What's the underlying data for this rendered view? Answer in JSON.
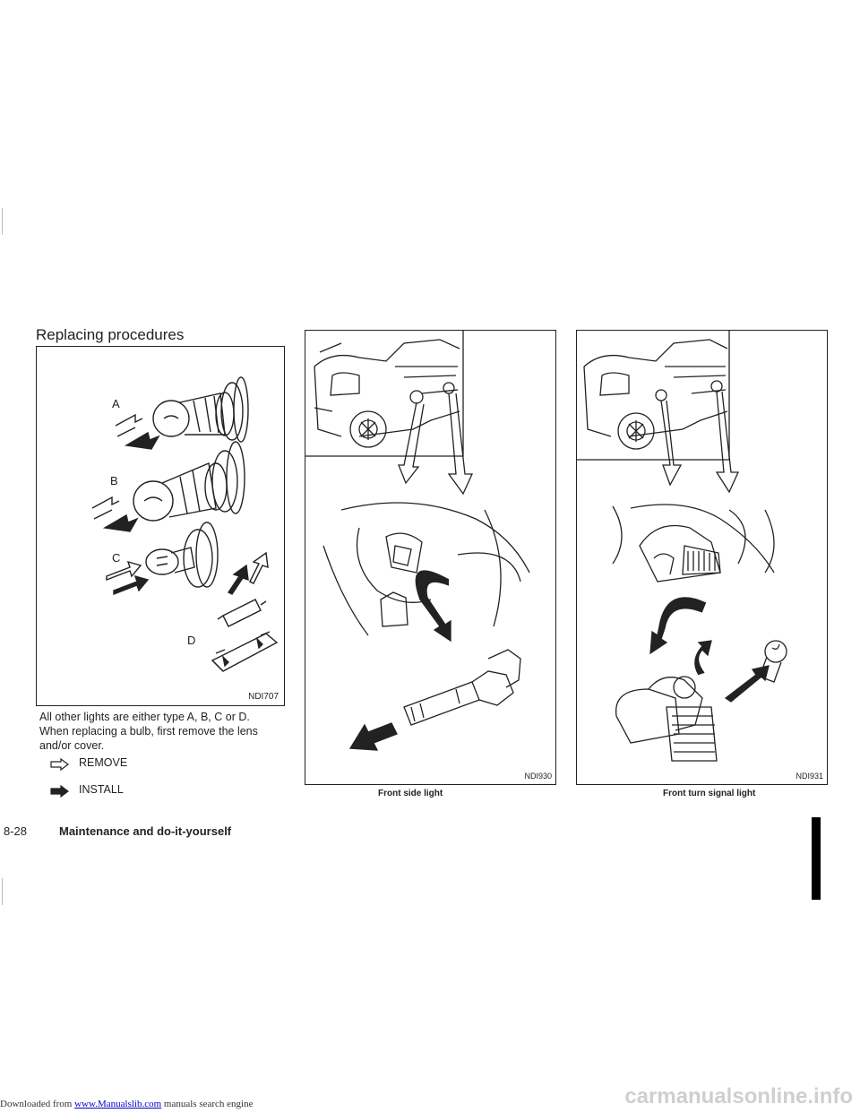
{
  "download_bar": {
    "prefix": "Downloaded from",
    "link": "www.Manualslib.com",
    "suffix": "manuals search engine"
  },
  "section_title": "Replacing procedures",
  "figure_bulbs": {
    "id": "NDI707",
    "letters": [
      "A",
      "B",
      "C",
      "D"
    ]
  },
  "body_text": "All other lights are either type A, B, C or D. When replacing a bulb, first remove the lens and/or cover.",
  "legend": {
    "remove_label": "REMOVE",
    "install_label": "INSTALL"
  },
  "figure_side_light": {
    "id": "NDI930",
    "caption": "Front side light"
  },
  "figure_turn_signal": {
    "id": "NDI931",
    "caption": "Front turn signal light"
  },
  "footer": {
    "page_number": "8-28",
    "section": "Maintenance and do-it-yourself"
  },
  "watermark": "carmanualsonline.info"
}
